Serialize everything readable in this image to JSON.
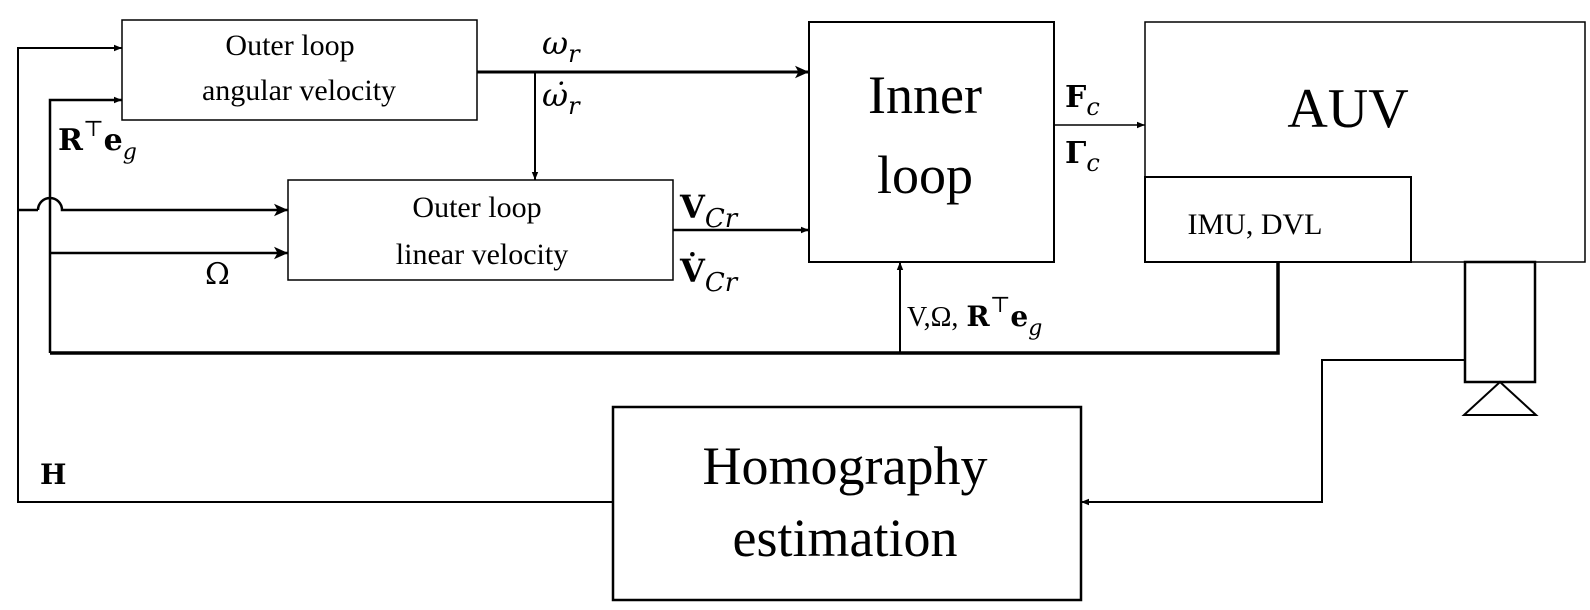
{
  "blocks": {
    "outer_angular": {
      "line1": "Outer loop",
      "line2": "angular velocity"
    },
    "outer_linear": {
      "line1": "Outer loop",
      "line2": "linear velocity"
    },
    "inner_loop": {
      "line1": "Inner",
      "line2": "loop"
    },
    "auv": {
      "title": "AUV"
    },
    "sensors": {
      "label": "IMU, DVL"
    },
    "homography": {
      "line1": "Homography",
      "line2": "estimation"
    }
  },
  "signals": {
    "omega_r": {
      "base": "ω",
      "sub": "r"
    },
    "omega_r_dot": {
      "base": "ω̇",
      "sub": "r"
    },
    "v_cr": {
      "base": "V",
      "sub": "Cr"
    },
    "v_cr_dot": {
      "base": "V̇",
      "sub": "Cr"
    },
    "f_c": {
      "base": "F",
      "sub": "c"
    },
    "gamma_c": {
      "base": "Γ",
      "sub": "c"
    },
    "rteg_left": {
      "base": "R",
      "sup": "⊤",
      "vec": "e",
      "sub": "g"
    },
    "feedback": {
      "prefix": "V,Ω,",
      "base": "R",
      "sup": "⊤",
      "vec": "e",
      "sub": "g"
    },
    "omega_in": {
      "text": "Ω"
    },
    "h": {
      "text": "H"
    }
  }
}
